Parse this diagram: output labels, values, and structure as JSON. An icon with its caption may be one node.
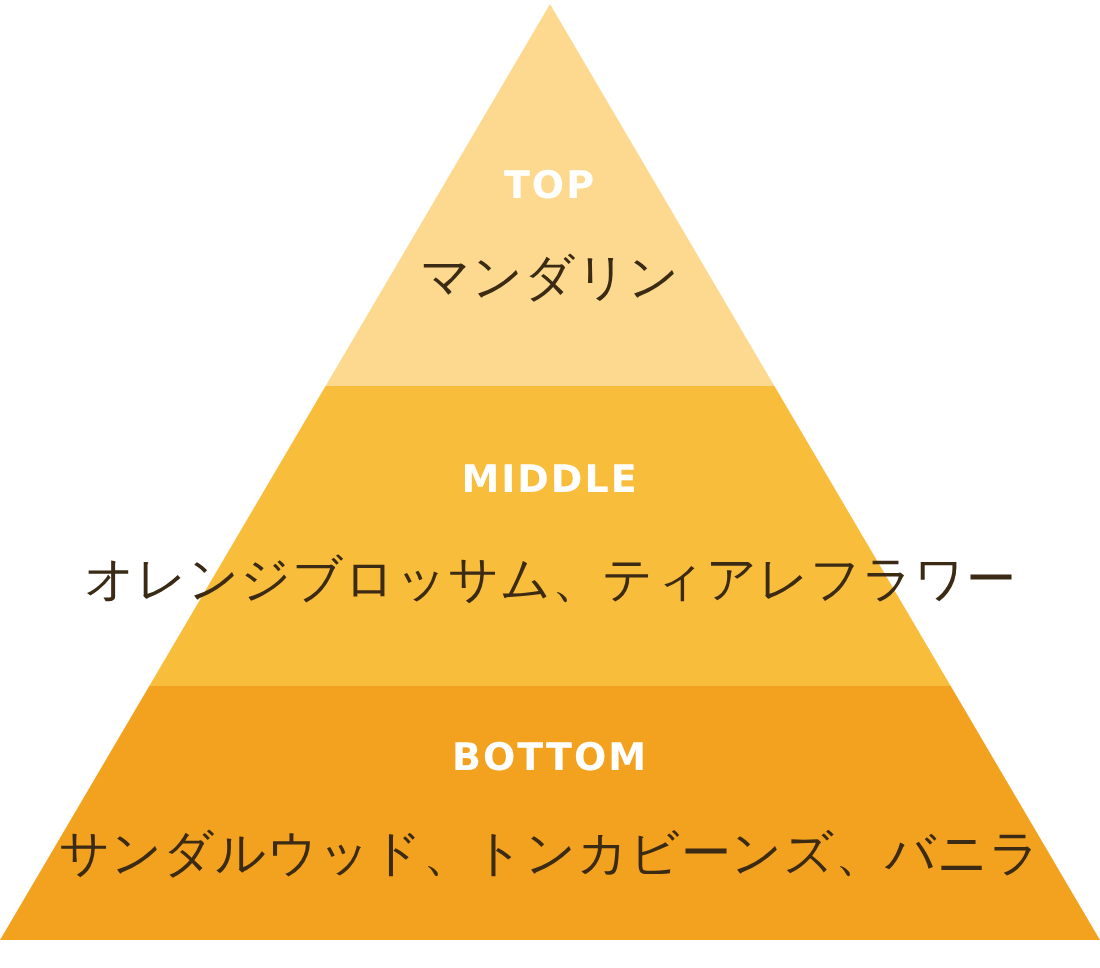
{
  "diagram": {
    "nodes": [
      {
        "text": [
          "TOP",
          "マンダリン"
        ]
      },
      {
        "text": [
          "MIDDLE",
          "オレンジブロッサム、ティアレフラワー"
        ]
      },
      {
        "text": [
          "BOTTOM",
          "サンダルウッド、トンカビーンズ、バニラ"
        ]
      }
    ]
  }
}
